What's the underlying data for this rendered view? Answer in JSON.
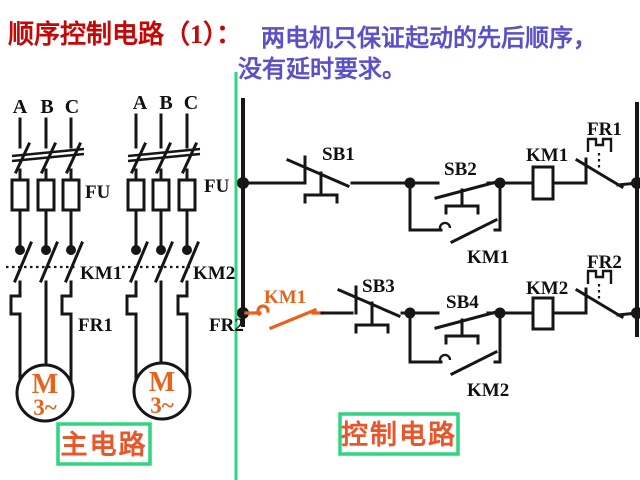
{
  "title": {
    "heading": "顺序控制电路（1）：",
    "line1": "两电机只保证起动的先后顺序，",
    "line2": "没有延时要求。"
  },
  "main_circuit": {
    "caption": "主电路",
    "motor1": {
      "phase_a": "A",
      "phase_b": "B",
      "phase_c": "C",
      "fuse": "FU",
      "contactor": "KM1",
      "thermal": "FR1",
      "motor": "M",
      "motor_type": "3~"
    },
    "motor2": {
      "phase_a": "A",
      "phase_b": "B",
      "phase_c": "C",
      "fuse": "FU",
      "contactor": "KM2",
      "thermal": "FR2",
      "motor": "M",
      "motor_type": "3~"
    }
  },
  "control_circuit": {
    "caption": "控制电路",
    "rung1": {
      "stop_button": "SB1",
      "start_button": "SB2",
      "seal_in_contact": "KM1",
      "coil": "KM1",
      "thermal_contact": "FR1"
    },
    "rung2": {
      "sequence_contact": "KM1",
      "stop_button": "SB3",
      "start_button": "SB4",
      "seal_in_contact": "KM2",
      "coil": "KM2",
      "thermal_contact": "FR2"
    }
  },
  "colors": {
    "heading_red": "#c40707",
    "subtitle_purple": "#5a50c8",
    "accent_orange": "#e8621c",
    "accent_green": "#2fd57f",
    "line_black": "#161616"
  }
}
